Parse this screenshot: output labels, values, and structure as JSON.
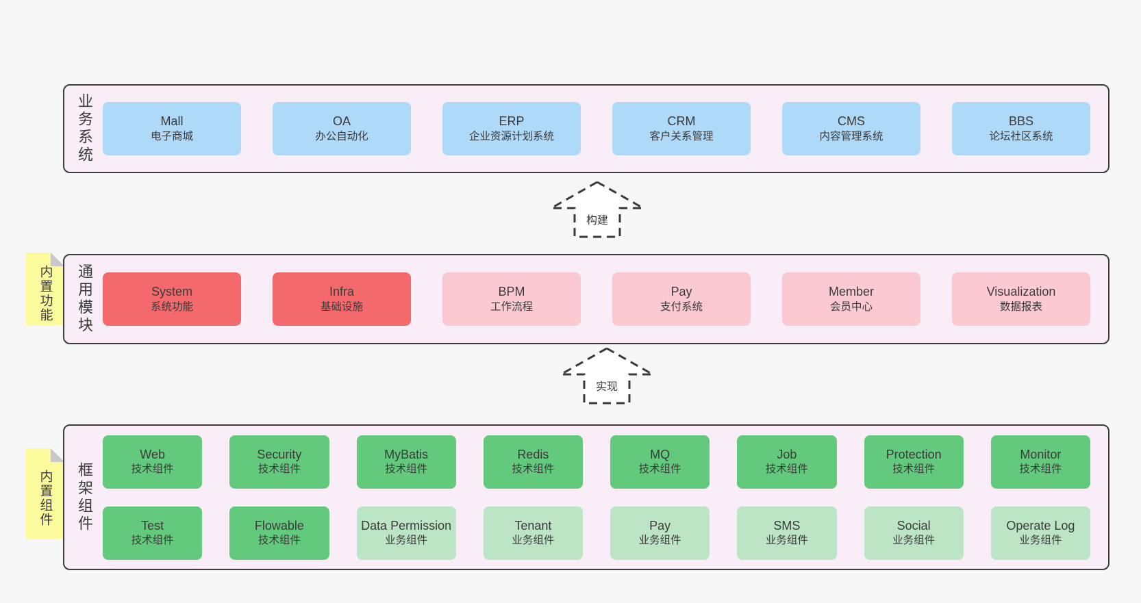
{
  "colors": {
    "page_bg": "#f7f7f7",
    "layer_bg": "#f9eef7",
    "layer_border": "#3c3c3c",
    "text": "#3a3a3a",
    "blue": "#aed9f8",
    "red": "#f4696c",
    "pink": "#fbc9d2",
    "green": "#63c97d",
    "green_light": "#bce5c5",
    "sticky_yellow": "#fbfb9e",
    "fold_gray": "#c8c8c8",
    "arrow_fill": "#ffffff"
  },
  "layer1": {
    "label": "业务系统",
    "items": [
      {
        "en": "Mall",
        "zh": "电子商城"
      },
      {
        "en": "OA",
        "zh": "办公自动化"
      },
      {
        "en": "ERP",
        "zh": "企业资源计划系统"
      },
      {
        "en": "CRM",
        "zh": "客户关系管理"
      },
      {
        "en": "CMS",
        "zh": "内容管理系统"
      },
      {
        "en": "BBS",
        "zh": "论坛社区系统"
      }
    ]
  },
  "arrow1": {
    "label": "构建"
  },
  "layer2": {
    "label": "通用模块",
    "note": "内置功能",
    "items": [
      {
        "en": "System",
        "zh": "系统功能"
      },
      {
        "en": "Infra",
        "zh": "基础设施"
      },
      {
        "en": "BPM",
        "zh": "工作流程"
      },
      {
        "en": "Pay",
        "zh": "支付系统"
      },
      {
        "en": "Member",
        "zh": "会员中心"
      },
      {
        "en": "Visualization",
        "zh": "数据报表"
      }
    ]
  },
  "arrow2": {
    "label": "实现"
  },
  "layer3": {
    "label": "框架组件",
    "note": "内置组件",
    "row1": [
      {
        "en": "Web",
        "zh": "技术组件"
      },
      {
        "en": "Security",
        "zh": "技术组件"
      },
      {
        "en": "MyBatis",
        "zh": "技术组件"
      },
      {
        "en": "Redis",
        "zh": "技术组件"
      },
      {
        "en": "MQ",
        "zh": "技术组件"
      },
      {
        "en": "Job",
        "zh": "技术组件"
      },
      {
        "en": "Protection",
        "zh": "技术组件"
      },
      {
        "en": "Monitor",
        "zh": "技术组件"
      }
    ],
    "row2": [
      {
        "en": "Test",
        "zh": "技术组件"
      },
      {
        "en": "Flowable",
        "zh": "技术组件"
      },
      {
        "en": "Data Permission",
        "zh": "业务组件"
      },
      {
        "en": "Tenant",
        "zh": "业务组件"
      },
      {
        "en": "Pay",
        "zh": "业务组件"
      },
      {
        "en": "SMS",
        "zh": "业务组件"
      },
      {
        "en": "Social",
        "zh": "业务组件"
      },
      {
        "en": "Operate Log",
        "zh": "业务组件"
      }
    ]
  }
}
